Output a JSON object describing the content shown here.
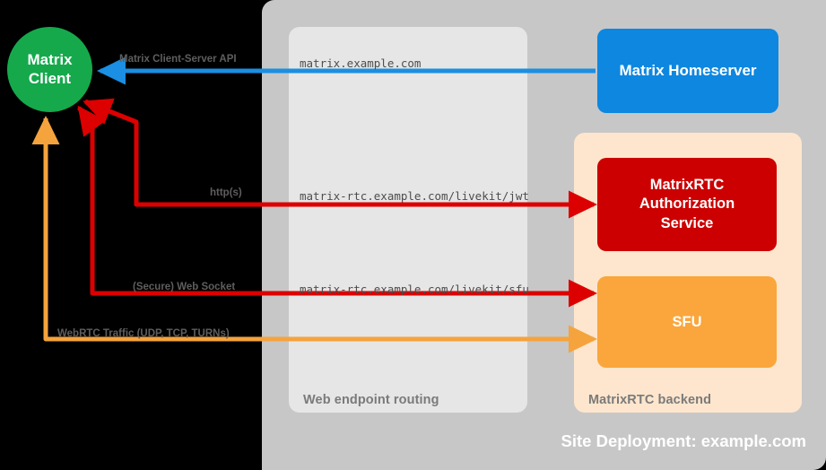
{
  "diagram": {
    "title": "Site Deployment: example.com",
    "background": "#000000"
  },
  "containers": {
    "site": {
      "label": "Site Deployment: example.com",
      "color": "#c7c7c7"
    },
    "routing": {
      "label": "Web endpoint routing",
      "color": "#e6e6e6"
    },
    "backend": {
      "label": "MatrixRTC backend",
      "color": "#fde6cd"
    }
  },
  "nodes": {
    "client": {
      "line1": "Matrix",
      "line2": "Client",
      "color": "#15a94c"
    },
    "homeserver": {
      "label": "Matrix Homeserver",
      "color": "#0d87e0"
    },
    "auth": {
      "line1": "MatrixRTC",
      "line2": "Authorization",
      "line3": "Service",
      "color": "#cc0000"
    },
    "sfu": {
      "label": "SFU",
      "color": "#faa63c"
    }
  },
  "edges": [
    {
      "id": "cs-api",
      "label": "Matrix Client-Server API",
      "endpoint": "matrix.example.com",
      "color": "#1a8fe3",
      "from": "homeserver",
      "to": "client"
    },
    {
      "id": "jwt",
      "label": "http(s)",
      "endpoint": "matrix-rtc.example.com/livekit/jwt",
      "color": "#dd0000",
      "from": "client",
      "to": "auth"
    },
    {
      "id": "websocket",
      "label": "(Secure) Web Socket",
      "endpoint": "matrix-rtc.example.com/livekit/sfu",
      "color": "#dd0000",
      "from": "client",
      "to": "sfu"
    },
    {
      "id": "webrtc",
      "label": "WebRTC Traffic (UDP, TCP, TURNs)",
      "endpoint": "",
      "color": "#f5a33c",
      "from": "client",
      "to": "sfu"
    }
  ]
}
